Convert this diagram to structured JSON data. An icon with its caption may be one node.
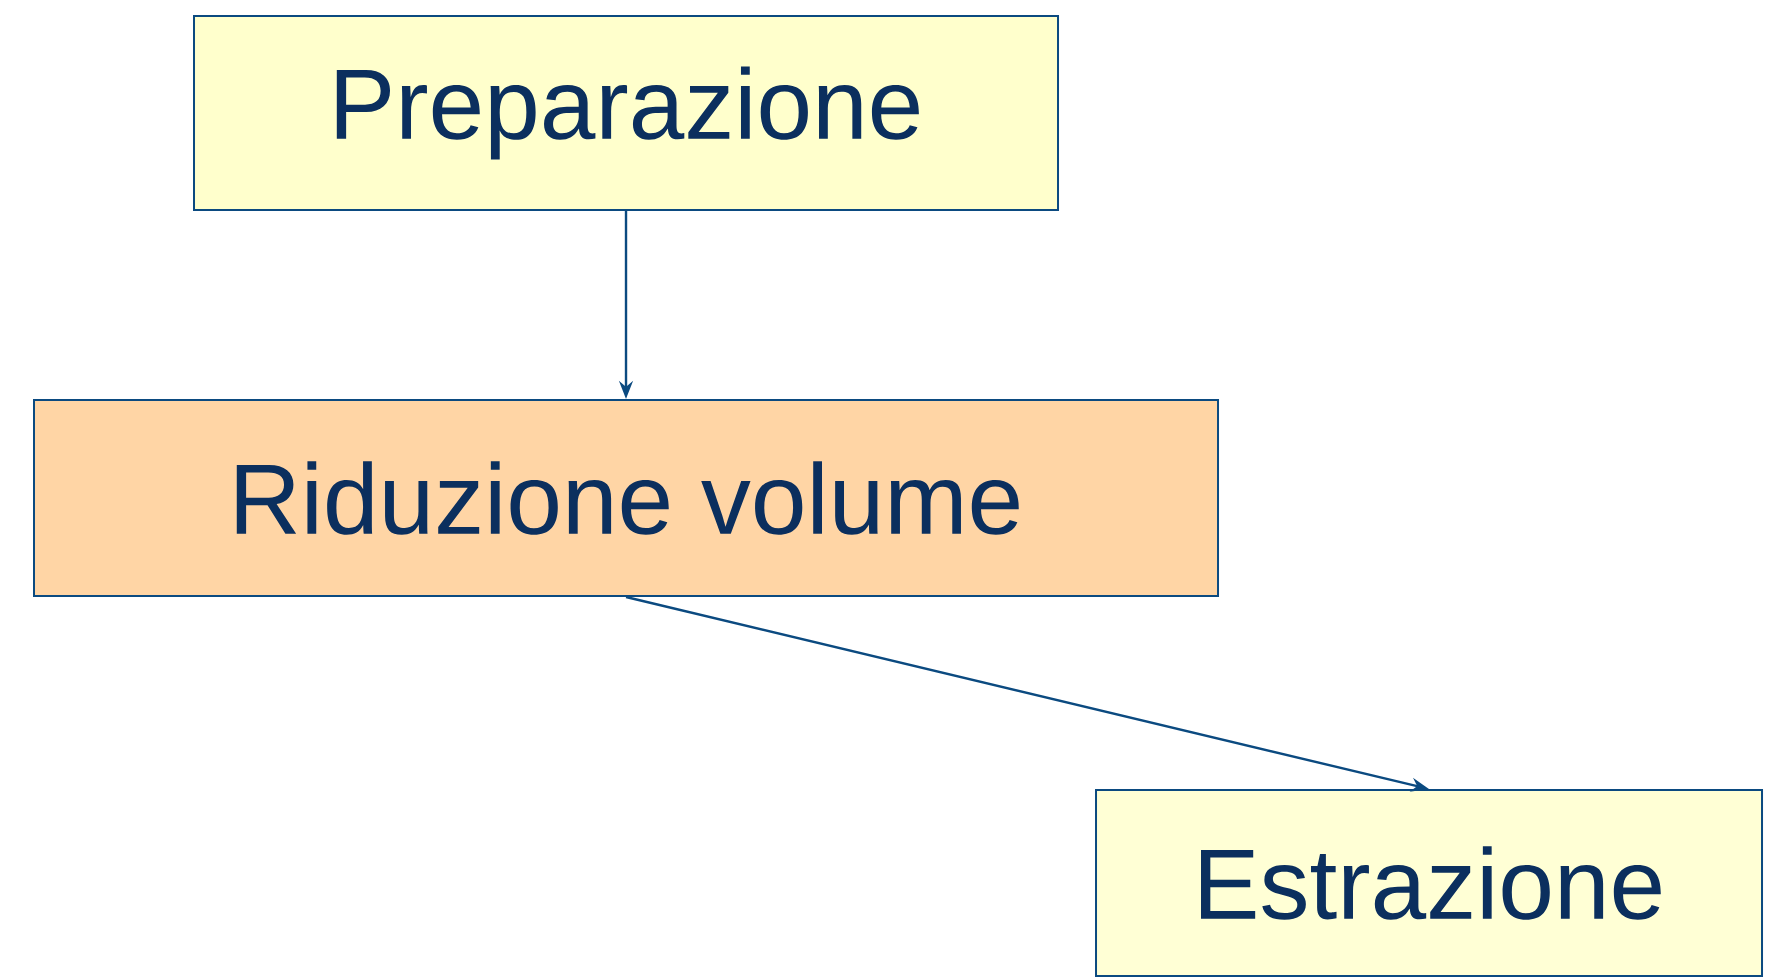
{
  "diagram": {
    "nodes": [
      {
        "text": [
          "Preparazione"
        ]
      },
      {
        "text": [
          "Riduzione volume"
        ]
      },
      {
        "text": [
          "Estrazione"
        ]
      }
    ],
    "edges": [
      {
        "from": 0,
        "to": 1,
        "arrow": "to"
      },
      {
        "from": 1,
        "to": 2,
        "arrow": "to"
      }
    ]
  }
}
